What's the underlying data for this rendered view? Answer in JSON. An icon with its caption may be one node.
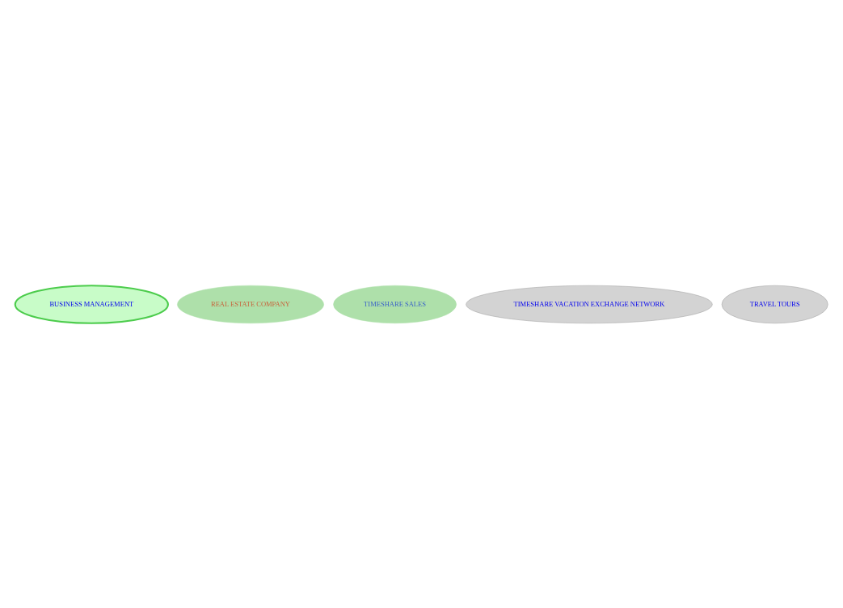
{
  "diagram": {
    "nodes": [
      {
        "text": [
          "BUSINESS MANAGEMENT"
        ]
      },
      {
        "text": [
          "REAL ESTATE COMPANY"
        ]
      },
      {
        "text": [
          "TIMESHARE SALES"
        ]
      },
      {
        "text": [
          "TIMESHARE VACATION EXCHANGE NETWORK"
        ]
      },
      {
        "text": [
          "TRAVEL TOURS"
        ]
      }
    ]
  }
}
